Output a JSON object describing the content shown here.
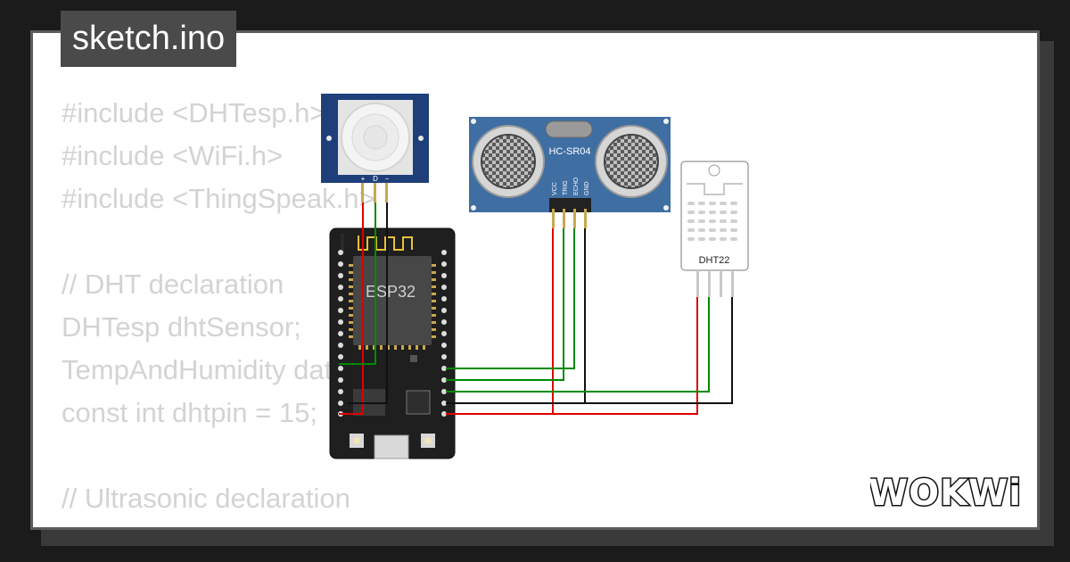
{
  "file_tab": {
    "label": "sketch.ino"
  },
  "code_lines": [
    "#include <DHTesp.h>",
    "#include <WiFi.h>",
    "#include <ThingSpeak.h>",
    "",
    "// DHT declaration",
    "DHTesp dhtSensor;",
    "TempAndHumidity data;",
    "const int dhtpin = 15;",
    "",
    "// Ultrasonic declaration"
  ],
  "components": {
    "esp32": {
      "label": "ESP32"
    },
    "ultrasonic": {
      "label": "HC-SR04",
      "pins": [
        "VCC",
        "TRIG",
        "ECHO",
        "GND"
      ]
    },
    "dht22": {
      "label": "DHT22"
    },
    "pir": {
      "pins": [
        "+",
        "D",
        "−"
      ]
    }
  },
  "wire_colors": {
    "red": "#e00000",
    "green": "#008a00",
    "black": "#111111"
  },
  "brand": {
    "logo": "WOKWi"
  }
}
